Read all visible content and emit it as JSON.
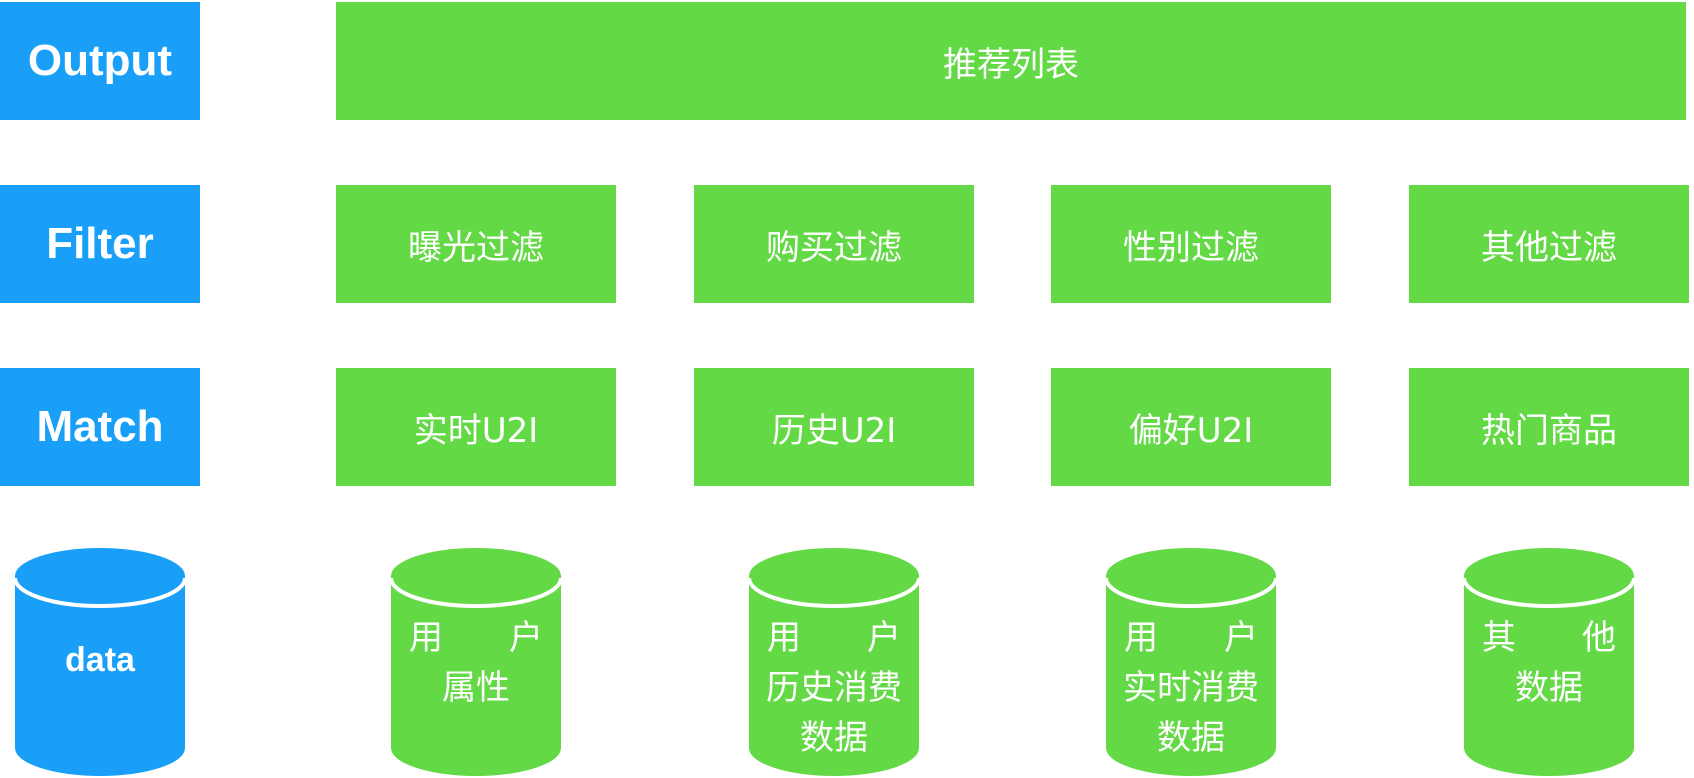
{
  "rows": {
    "output": "Output",
    "filter": "Filter",
    "match": "Match",
    "data": "data"
  },
  "output_box": "推荐列表",
  "filters": [
    "曝光过滤",
    "购买过滤",
    "性别过滤",
    "其他过滤"
  ],
  "matches": [
    "实时U2I",
    "历史U2I",
    "偏好U2I",
    "热门商品"
  ],
  "stores": [
    {
      "l1a": "用",
      "l1b": "户",
      "l2": "属性",
      "l3": ""
    },
    {
      "l1a": "用",
      "l1b": "户",
      "l2": "历史消费",
      "l3": "数据"
    },
    {
      "l1a": "用",
      "l1b": "户",
      "l2": "实时消费",
      "l3": "数据"
    },
    {
      "l1a": "其",
      "l1b": "他",
      "l2": "数据",
      "l3": ""
    }
  ],
  "colors": {
    "label_blue": "#1a9ff8",
    "node_green": "#64d946",
    "text": "#ffffff"
  }
}
